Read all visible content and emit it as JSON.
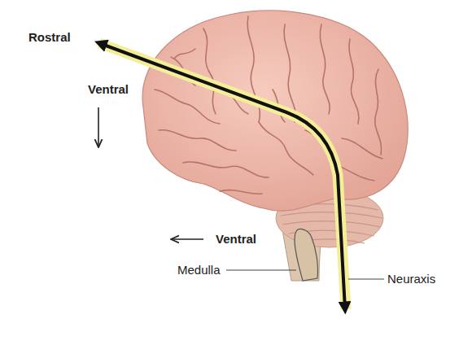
{
  "diagram": {
    "labels": [
      "Rostral",
      "Ventral",
      "Ventral",
      "Medulla",
      "Neuraxis"
    ]
  }
}
